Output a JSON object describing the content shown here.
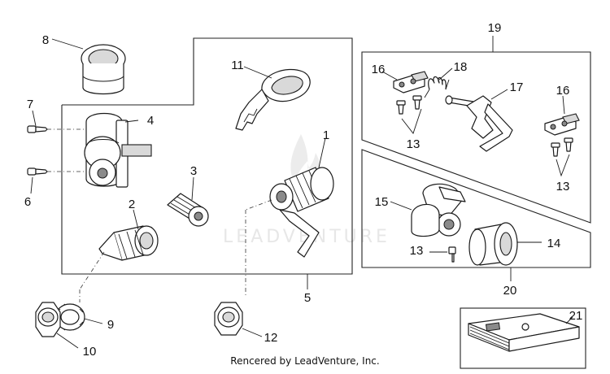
{
  "watermark": "LEADVENTURE",
  "credit": "Rencered by LeadVenture, Inc.",
  "booklet_label": "",
  "callouts": {
    "c1": "1",
    "c2": "2",
    "c3": "3",
    "c4": "4",
    "c5": "5",
    "c6": "6",
    "c7": "7",
    "c8": "8",
    "c9": "9",
    "c10": "10",
    "c11": "11",
    "c12": "12",
    "c13a": "13",
    "c13b": "13",
    "c13c": "13",
    "c14": "14",
    "c15": "15",
    "c16a": "16",
    "c16b": "16",
    "c17": "17",
    "c18": "18",
    "c19": "19",
    "c20": "20",
    "c21": "21"
  },
  "colors": {
    "line": "#1a1a1a",
    "shade": "#d9d9d9",
    "watermark": "#e7e7e7"
  }
}
